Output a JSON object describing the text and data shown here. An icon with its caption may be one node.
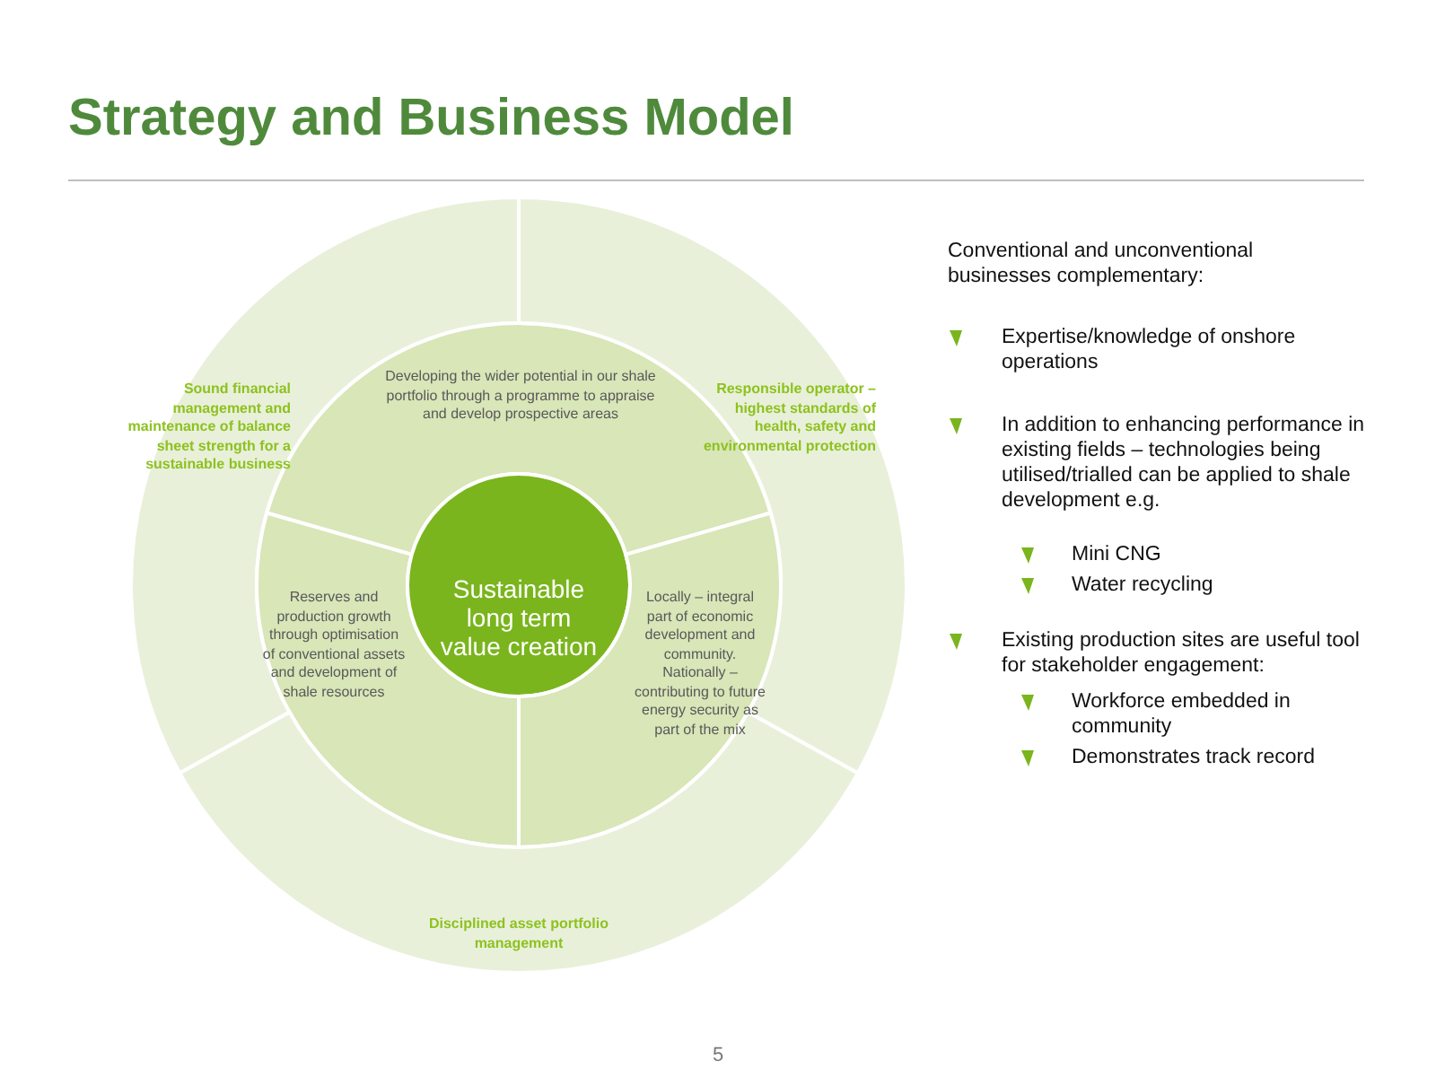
{
  "diagram": {
    "title": "Strategy and Business Model",
    "nodes": [
      {
        "text": [
          "Sound financial management and maintenance of balance sheet strength for a sustainable business"
        ]
      },
      {
        "text": [
          "Developing the wider potential in our shale portfolio through a programme to appraise and develop prospective areas"
        ]
      },
      {
        "text": [
          "Responsible operator – highest standards of health, safety and environmental protection"
        ]
      },
      {
        "text": [
          "Reserves and production growth through optimisation of conventional assets and development of shale resources"
        ]
      },
      {
        "text": [
          "Sustainable long term value creation"
        ]
      },
      {
        "text": [
          "Locally – integral part of economic development and community. Nationally – contributing to future energy security as part of the mix"
        ]
      },
      {
        "text": [
          "Disciplined asset portfolio management"
        ]
      }
    ],
    "labels": [
      "Conventional and unconventional businesses complementary:",
      "Expertise/knowledge of onshore operations",
      "In addition to enhancing performance in existing fields – technologies being utilised/trialled can be applied to shale development e.g.",
      "Mini CNG",
      "Water recycling",
      "Existing production sites are useful tool for stakeholder engagement:",
      "Workforce embedded in community",
      "Demonstrates track record",
      "5"
    ]
  }
}
